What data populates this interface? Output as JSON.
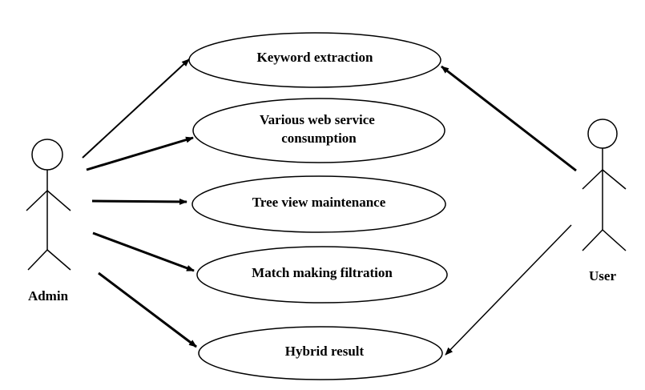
{
  "actors": {
    "admin": {
      "label": "Admin"
    },
    "user": {
      "label": "User"
    }
  },
  "use_cases": [
    {
      "id": "keyword",
      "lines": [
        "Keyword extraction"
      ]
    },
    {
      "id": "web",
      "lines": [
        "Various web service",
        "consumption"
      ]
    },
    {
      "id": "tree",
      "lines": [
        "Tree view maintenance"
      ]
    },
    {
      "id": "match",
      "lines": [
        "Match making filtration"
      ]
    },
    {
      "id": "hybrid",
      "lines": [
        "Hybrid result"
      ]
    }
  ]
}
